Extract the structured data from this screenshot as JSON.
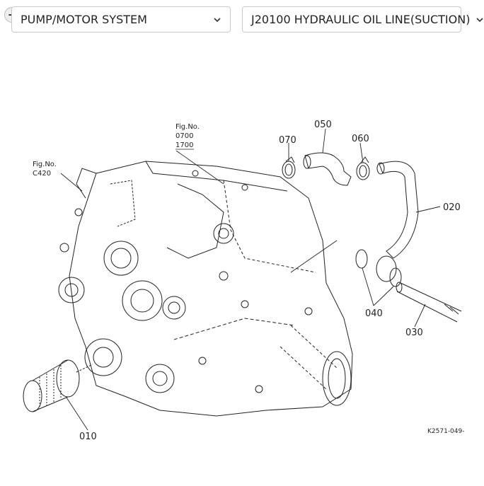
{
  "header": {
    "system_select": {
      "value": "PUMP/MOTOR SYSTEM"
    },
    "part_select": {
      "value": "J20100 HYDRAULIC OIL LINE(SUCTION)"
    }
  },
  "zoom_controls": {
    "zoom_in": "+",
    "zoom_out": "−",
    "icon_names": [
      "zoom-in-icon",
      "zoom-out-icon",
      "reset-view-icon",
      "fullscreen-icon"
    ]
  },
  "diagram": {
    "fig_refs": [
      {
        "label": "Fig.No.",
        "values": [
          "0700",
          "1700"
        ]
      },
      {
        "label": "Fig.No.",
        "values": [
          "C420"
        ]
      }
    ],
    "callouts": [
      "050",
      "070",
      "060",
      "020",
      "040",
      "030",
      "010"
    ],
    "drawing_code": "K2571-049-"
  }
}
